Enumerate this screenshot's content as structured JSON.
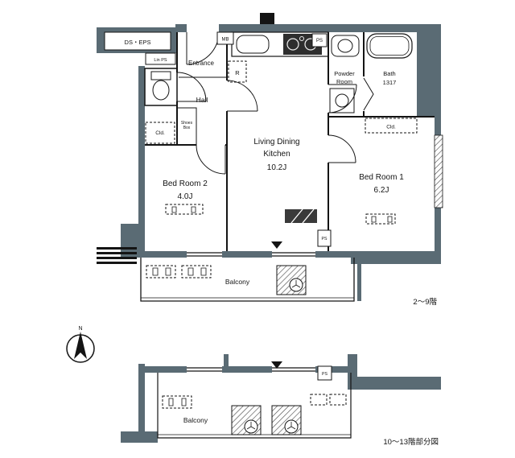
{
  "colors": {
    "wall": "#5a6b74",
    "outline": "#141414",
    "background": "#ffffff",
    "stove": "#2e2e2e",
    "table": "#3a3a3a"
  },
  "main_plan": {
    "utility": {
      "ds_eps": "DS・EPS",
      "mb": "MB",
      "ps_top": "PS",
      "ps_mid": "PS",
      "lin_ps": "Lin PS"
    },
    "rooms": {
      "entrance": "Entrance",
      "hall": "Hall",
      "powder_line1": "Powder",
      "powder_line2": "Room",
      "bath_line1": "Bath",
      "bath_line2": "1317",
      "bedroom2_line1": "Bed Room 2",
      "bedroom2_line2": "4.0J",
      "ldk_line1": "Living Dining",
      "ldk_line2": "Kitchen",
      "ldk_line3": "10.2J",
      "bedroom1_line1": "Bed Room 1",
      "bedroom1_line2": "6.2J",
      "balcony": "Balcony"
    },
    "fixtures": {
      "shoes_line1": "Shoes",
      "shoes_line2": "Box",
      "fridge": "R",
      "closet_left": "Cld.",
      "closet_right": "Cld."
    },
    "caption": "2〜9階"
  },
  "partial_plan": {
    "ps": "PS",
    "balcony": "Balcony",
    "caption": "10〜13階部分図"
  },
  "compass": {
    "north": "N"
  }
}
